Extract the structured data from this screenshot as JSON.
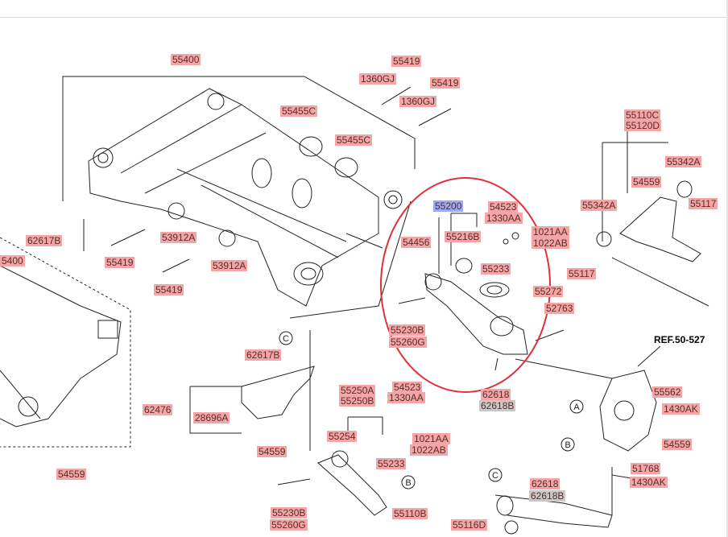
{
  "labels": [
    {
      "text": "55400",
      "style": "pink"
    },
    {
      "text": "55419",
      "style": "pink"
    },
    {
      "text": "1360GJ",
      "style": "pink"
    },
    {
      "text": "55419",
      "style": "pink"
    },
    {
      "text": "1360GJ",
      "style": "pink"
    },
    {
      "text": "55455C",
      "style": "pink"
    },
    {
      "text": "55455C",
      "style": "pink"
    },
    {
      "text": "55110C",
      "style": "pink"
    },
    {
      "text": "55120D",
      "style": "pink"
    },
    {
      "text": "55342A",
      "style": "pink"
    },
    {
      "text": "54559",
      "style": "pink"
    },
    {
      "text": "55117",
      "style": "pink"
    },
    {
      "text": "55342A",
      "style": "pink"
    },
    {
      "text": "55200",
      "style": "blue"
    },
    {
      "text": "54523",
      "style": "pink"
    },
    {
      "text": "1330AA",
      "style": "pink"
    },
    {
      "text": "1021AA",
      "style": "pink"
    },
    {
      "text": "1022AB",
      "style": "pink"
    },
    {
      "text": "55216B",
      "style": "pink"
    },
    {
      "text": "54456",
      "style": "pink"
    },
    {
      "text": "55233",
      "style": "pink"
    },
    {
      "text": "55272",
      "style": "pink"
    },
    {
      "text": "52763",
      "style": "pink"
    },
    {
      "text": "55117",
      "style": "pink"
    },
    {
      "text": "62617B",
      "style": "pink"
    },
    {
      "text": "55419",
      "style": "pink"
    },
    {
      "text": "53912A",
      "style": "pink"
    },
    {
      "text": "53912A",
      "style": "pink"
    },
    {
      "text": "55419",
      "style": "pink"
    },
    {
      "text": "5400",
      "style": "pink"
    },
    {
      "text": "55230B",
      "style": "pink"
    },
    {
      "text": "55260G",
      "style": "pink"
    },
    {
      "text": "62617B",
      "style": "pink"
    },
    {
      "text": "REF.50-527",
      "style": "ref"
    },
    {
      "text": "62618",
      "style": "pink"
    },
    {
      "text": "62618B",
      "style": "grey"
    },
    {
      "text": "55562",
      "style": "pink"
    },
    {
      "text": "1430AK",
      "style": "pink"
    },
    {
      "text": "62476",
      "style": "pink"
    },
    {
      "text": "28696A",
      "style": "pink"
    },
    {
      "text": "55250A",
      "style": "pink"
    },
    {
      "text": "55250B",
      "style": "pink"
    },
    {
      "text": "54523",
      "style": "pink"
    },
    {
      "text": "1330AA",
      "style": "pink"
    },
    {
      "text": "55254",
      "style": "pink"
    },
    {
      "text": "1021AA",
      "style": "pink"
    },
    {
      "text": "1022AB",
      "style": "pink"
    },
    {
      "text": "55233",
      "style": "pink"
    },
    {
      "text": "54559",
      "style": "pink"
    },
    {
      "text": "54559",
      "style": "pink"
    },
    {
      "text": "51768",
      "style": "pink"
    },
    {
      "text": "1430AK",
      "style": "pink"
    },
    {
      "text": "62618",
      "style": "pink"
    },
    {
      "text": "62618B",
      "style": "grey"
    },
    {
      "text": "55230B",
      "style": "pink"
    },
    {
      "text": "55260G",
      "style": "pink"
    },
    {
      "text": "55110B",
      "style": "pink"
    },
    {
      "text": "55116D",
      "style": "pink"
    },
    {
      "text": "54559",
      "style": "pink"
    }
  ],
  "callouts": [
    "C",
    "A",
    "B",
    "B",
    "C"
  ],
  "colors": {
    "label_pink": "#f4a6a6",
    "label_blue": "#9fa8f0",
    "label_grey": "#c9c9c9",
    "highlight_circle": "#e0303a"
  }
}
